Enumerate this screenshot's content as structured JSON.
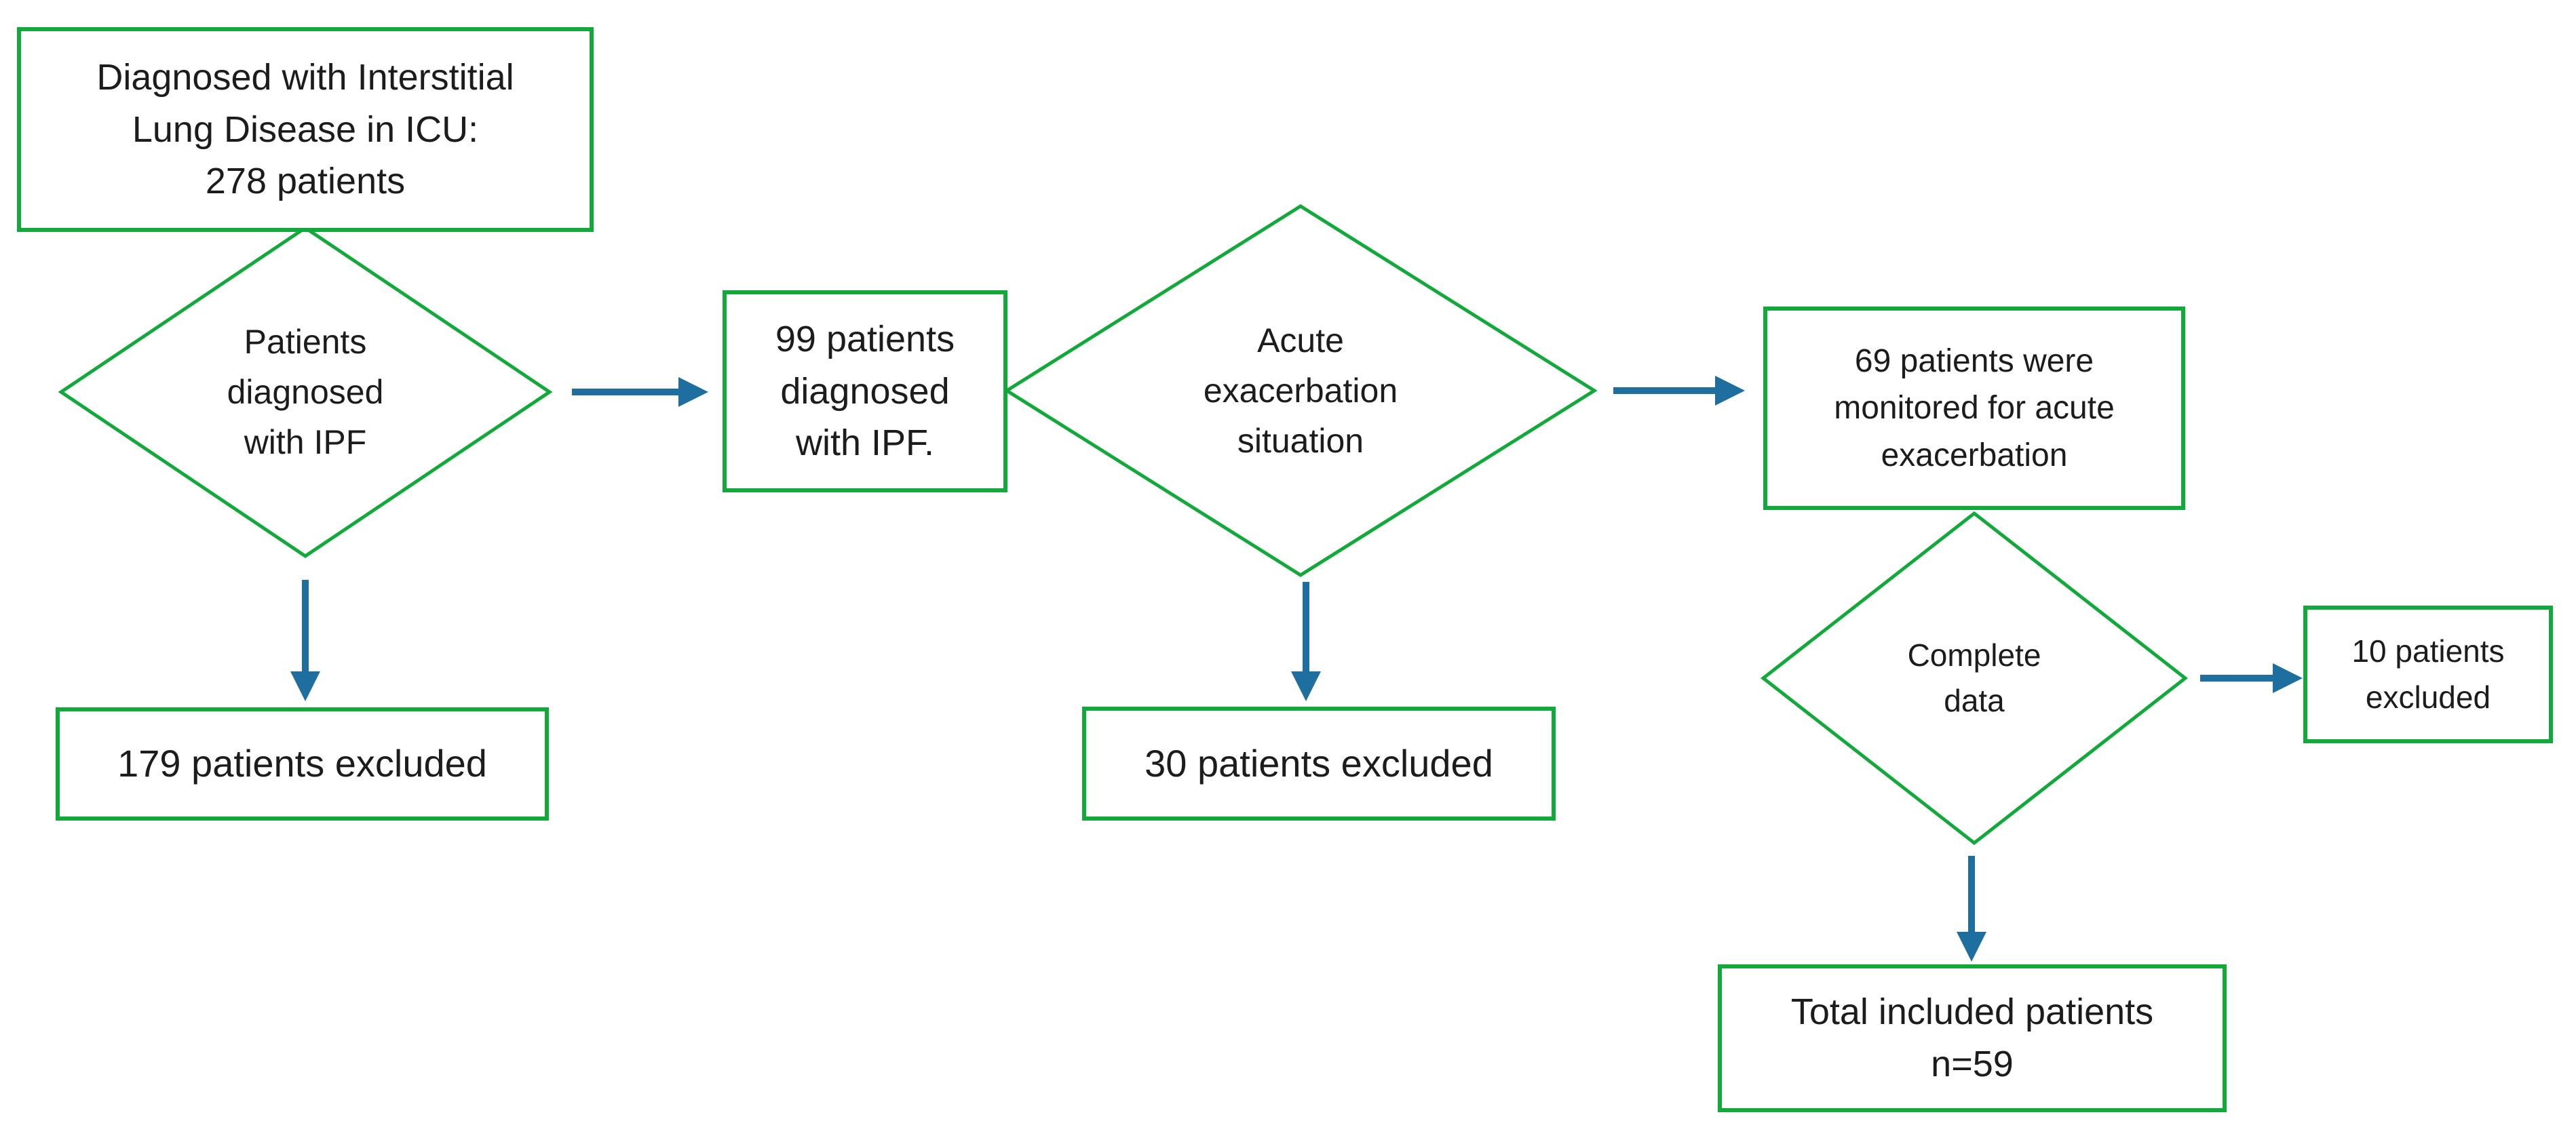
{
  "figure": {
    "type": "flowchart",
    "description": "Patient selection flow diagram for ILD/IPF ICU study",
    "background": "#ffffff"
  },
  "colors": {
    "node_border_green": "#11a93a",
    "arrow_blue": "#1e6f9f",
    "text_color": "#1c1c1c"
  },
  "nodes": {
    "ild_icu": {
      "shape": "rect",
      "lines": [
        "Diagnosed with Interstitial",
        "Lung Disease in ICU:",
        "278 patients"
      ]
    },
    "ipf_decision": {
      "shape": "diamond",
      "lines": [
        "Patients",
        "diagnosed",
        "with IPF"
      ]
    },
    "ipf_99": {
      "shape": "rect",
      "lines": [
        "99 patients",
        "diagnosed",
        "with IPF."
      ]
    },
    "ae_decision": {
      "shape": "diamond",
      "lines": [
        "Acute",
        "exacerbation",
        "situation"
      ]
    },
    "monitored_69": {
      "shape": "rect",
      "lines": [
        "69 patients were",
        "monitored for acute",
        "exacerbation"
      ]
    },
    "complete_data_decision": {
      "shape": "diamond",
      "lines": [
        "Complete",
        "data"
      ]
    },
    "excluded_179": {
      "shape": "rect",
      "lines": [
        "179 patients excluded"
      ]
    },
    "excluded_30": {
      "shape": "rect",
      "lines": [
        "30 patients excluded"
      ]
    },
    "excluded_10": {
      "shape": "rect",
      "lines": [
        "10 patients",
        "excluded"
      ]
    },
    "total_included": {
      "shape": "rect",
      "lines": [
        "Total included patients",
        "n=59"
      ]
    }
  },
  "edges": [
    {
      "from": "ild_icu",
      "to": "ipf_decision",
      "style": "touching"
    },
    {
      "from": "ipf_decision",
      "to": "ipf_99",
      "style": "arrow-right"
    },
    {
      "from": "ipf_decision",
      "to": "excluded_179",
      "style": "arrow-down"
    },
    {
      "from": "ipf_99",
      "to": "ae_decision",
      "style": "touching"
    },
    {
      "from": "ae_decision",
      "to": "monitored_69",
      "style": "arrow-right"
    },
    {
      "from": "ae_decision",
      "to": "excluded_30",
      "style": "arrow-down"
    },
    {
      "from": "monitored_69",
      "to": "complete_data_decision",
      "style": "touching"
    },
    {
      "from": "complete_data_decision",
      "to": "excluded_10",
      "style": "arrow-right"
    },
    {
      "from": "complete_data_decision",
      "to": "total_included",
      "style": "arrow-down"
    }
  ]
}
